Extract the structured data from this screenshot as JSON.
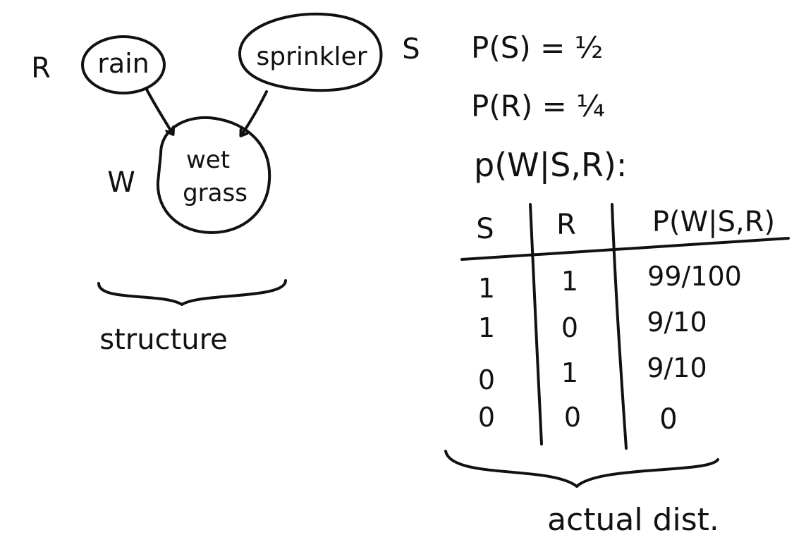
{
  "diagram": {
    "nodes": {
      "rain": {
        "label": "rain",
        "symbol": "R"
      },
      "sprinkler": {
        "label": "sprinkler",
        "symbol": "S"
      },
      "wet_grass": {
        "label_line1": "wet",
        "label_line2": "grass",
        "symbol": "W"
      }
    },
    "edges": [
      {
        "from": "rain",
        "to": "wet_grass"
      },
      {
        "from": "sprinkler",
        "to": "wet_grass"
      }
    ],
    "structure_label": "structure"
  },
  "probabilities": {
    "p_s": "P(S) = ½",
    "p_r": "P(R) = ¼",
    "p_w_given": "p(W|S,R):"
  },
  "table": {
    "headers": [
      "S",
      "R",
      "P(W|S,R)"
    ],
    "rows": [
      [
        "1",
        "1",
        "99/100"
      ],
      [
        "1",
        "0",
        "9/10"
      ],
      [
        "0",
        "1",
        "9/10"
      ],
      [
        "0",
        "0",
        "0"
      ]
    ],
    "brace_label": "actual dist."
  }
}
